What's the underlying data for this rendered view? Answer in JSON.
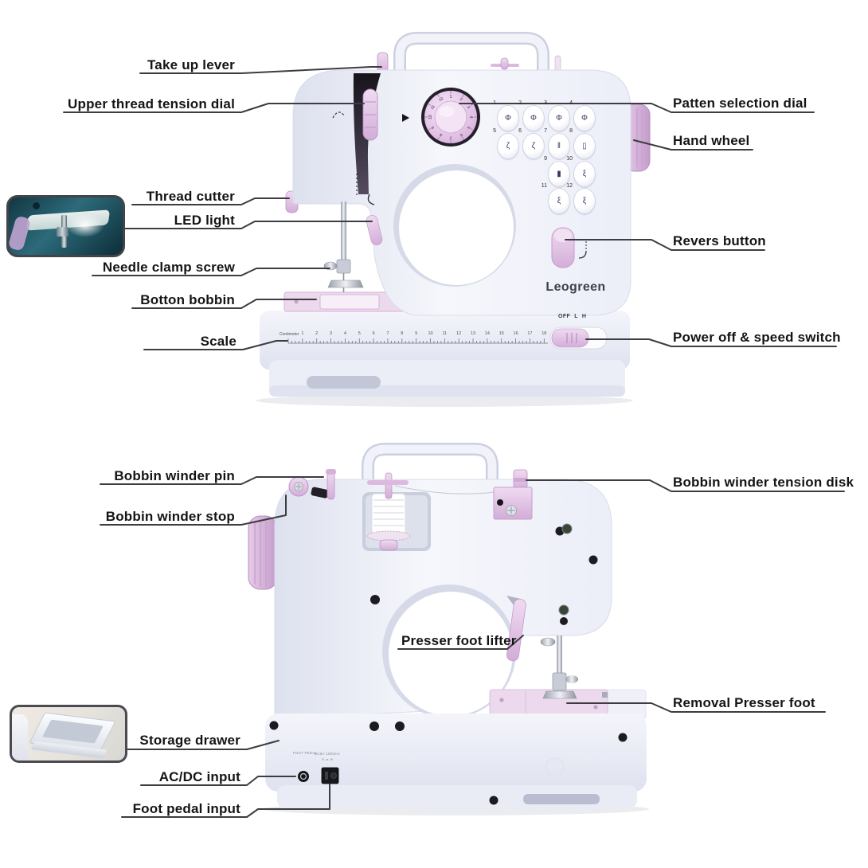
{
  "front_view": {
    "labels": {
      "take_up_lever": "Take up lever",
      "upper_thread_tension_dial": "Upper thread tension dial",
      "thread_cutter": "Thread cutter",
      "led_light": "LED light",
      "needle_clamp_screw": "Needle clamp screw",
      "botton_bobbin": "Botton bobbin",
      "scale": "Scale",
      "patten_selection_dial": "Patten selection dial",
      "hand_wheel": "Hand wheel",
      "revers_button": "Revers button",
      "power_off_speed_switch": "Power off & speed switch"
    },
    "machine": {
      "brand": "Leogreen",
      "power_switch_labels": [
        "OFF",
        "L",
        "H"
      ],
      "ruler_unit_label": "Centimeter",
      "ruler_numbers": [
        1,
        2,
        3,
        4,
        5,
        6,
        7,
        8,
        9,
        10,
        11,
        12,
        13,
        14,
        15,
        16,
        17,
        18
      ],
      "pattern_dial_numbers": [
        1,
        2,
        3,
        4,
        5,
        6,
        7,
        8,
        9,
        10,
        11,
        12
      ],
      "stitch_buttons": [
        {
          "num": "1",
          "glyph": "Φ"
        },
        {
          "num": "2",
          "glyph": "Φ"
        },
        {
          "num": "3",
          "glyph": "Φ"
        },
        {
          "num": "4",
          "glyph": "Φ"
        },
        {
          "num": "5",
          "glyph": "ζ"
        },
        {
          "num": "6",
          "glyph": "ζ"
        },
        {
          "num": "7",
          "glyph": "‖"
        },
        {
          "num": "8",
          "glyph": "▯"
        },
        {
          "num": "9",
          "glyph": "▮"
        },
        {
          "num": "10",
          "glyph": "ξ"
        },
        {
          "num": "11",
          "glyph": "ξ"
        },
        {
          "num": "12",
          "glyph": "ξ"
        }
      ]
    }
  },
  "back_view": {
    "labels": {
      "bobbin_winder_pin": "Bobbin winder pin",
      "bobbin_winder_stop": "Bobbin winder stop",
      "bobbin_winder_tension_disk": "Bobbin winder tension disk",
      "presser_foot_lifter": "Presser foot lifter",
      "removal_presser_foot": "Removal Presser foot",
      "storage_drawer": "Storage drawer",
      "ac_dc_input": "AC/DC input",
      "foot_pedal_input": "Foot pedal input"
    },
    "machine": {
      "foot_pedal_port_label": "FOOT PEDAL",
      "dc_port_label": "DC6V 1000mA",
      "dc_polarity_mark": "⊖–●–⊕"
    }
  },
  "colors": {
    "background": "#ffffff",
    "machine_body": "#f1f2f9",
    "accent_pink": "#e2c2e4",
    "label_text": "#141414",
    "leader_line": "#3c3c42"
  }
}
